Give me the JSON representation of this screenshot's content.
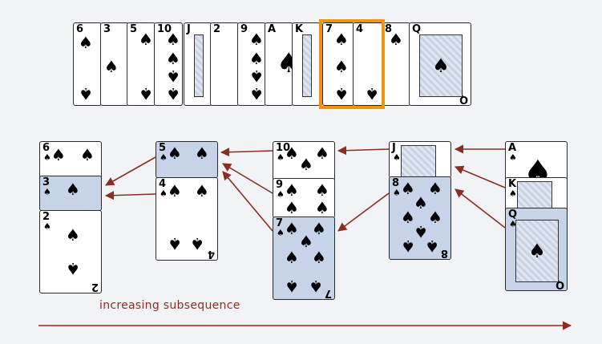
{
  "top_row": {
    "cards": [
      "6",
      "3",
      "5",
      "10",
      "J",
      "2",
      "9",
      "A",
      "K",
      "7",
      "4",
      "8",
      "Q"
    ],
    "selected": [
      "7",
      "4"
    ]
  },
  "piles": [
    [
      "6",
      "3",
      "2"
    ],
    [
      "5",
      "4"
    ],
    [
      "10",
      "9",
      "7"
    ],
    [
      "J",
      "8"
    ],
    [
      "A",
      "K",
      "Q"
    ]
  ],
  "highlighted": [
    "3",
    "5",
    "7",
    "8",
    "Q"
  ],
  "caption": "increasing subsequence",
  "colors": {
    "arrow": "#8b2e22",
    "highlight": "#c6d3e8",
    "selection": "#f0930f"
  }
}
